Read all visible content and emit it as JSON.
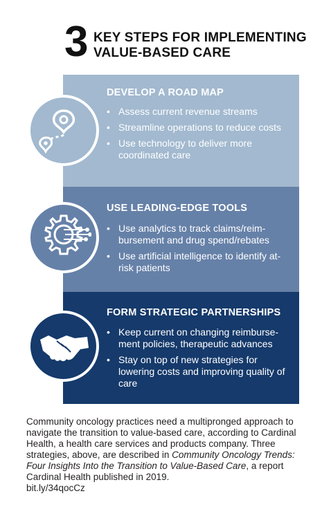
{
  "header": {
    "number": "3",
    "line1": "KEY STEPS FOR IMPLEMENTING",
    "line2": "VALUE-BASED CARE"
  },
  "steps": [
    {
      "title": "DEVELOP A ROAD MAP",
      "icon": "road-map-icon",
      "bullets": [
        "Assess current revenue streams",
        "Streamline operations to reduce costs",
        "Use technology to deliver more coordinated care"
      ]
    },
    {
      "title": "USE LEADING-EDGE TOOLS",
      "icon": "gear-circuit-icon",
      "bullets": [
        "Use analytics to track claims/reim-bursement and drug spend/rebates",
        "Use artificial intelligence to identify at-risk patients"
      ]
    },
    {
      "title": "FORM STRATEGIC PARTNERSHIPS",
      "icon": "handshake-icon",
      "bullets": [
        "Keep current on changing reimburse-ment policies, therapeutic advances",
        "Stay on top of new strategies for lowering costs and improving quality of care"
      ]
    }
  ],
  "caption": {
    "text1": "Community oncology practices need a multipronged approach to navigate the transition to value-based care, according to Cardinal Health, a health care services and products company. Three strategies, above, are described in ",
    "title_italic": "Community Oncology Trends: Four Insights Into the Transition to Value-Based Care",
    "text2": ", a report Cardinal Health published in 2019.",
    "link": "bit.ly/34qocCz"
  },
  "colors": {
    "panel1": "#a2b9cf",
    "panel2": "#6681a8",
    "panel3": "#153a6b"
  }
}
